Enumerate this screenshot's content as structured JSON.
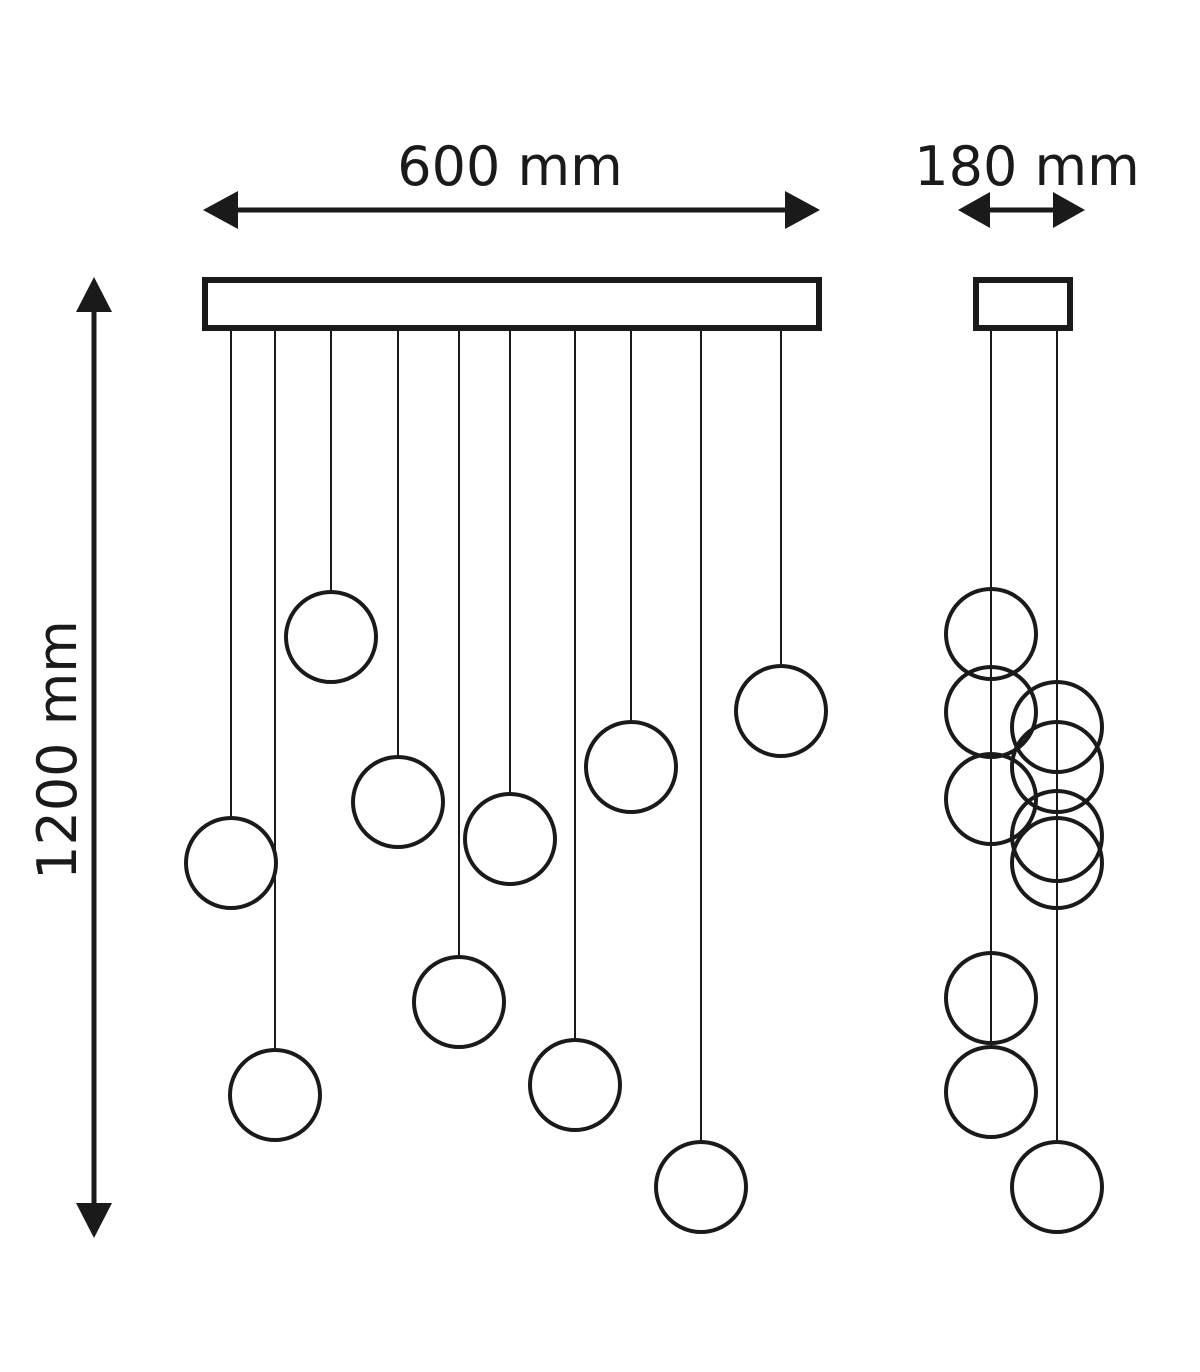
{
  "dimensions": {
    "width_label": "600 mm",
    "depth_label": "180 mm",
    "height_label": "1200 mm"
  },
  "colors": {
    "ink": "#1a1a1a",
    "background": "#ffffff"
  }
}
